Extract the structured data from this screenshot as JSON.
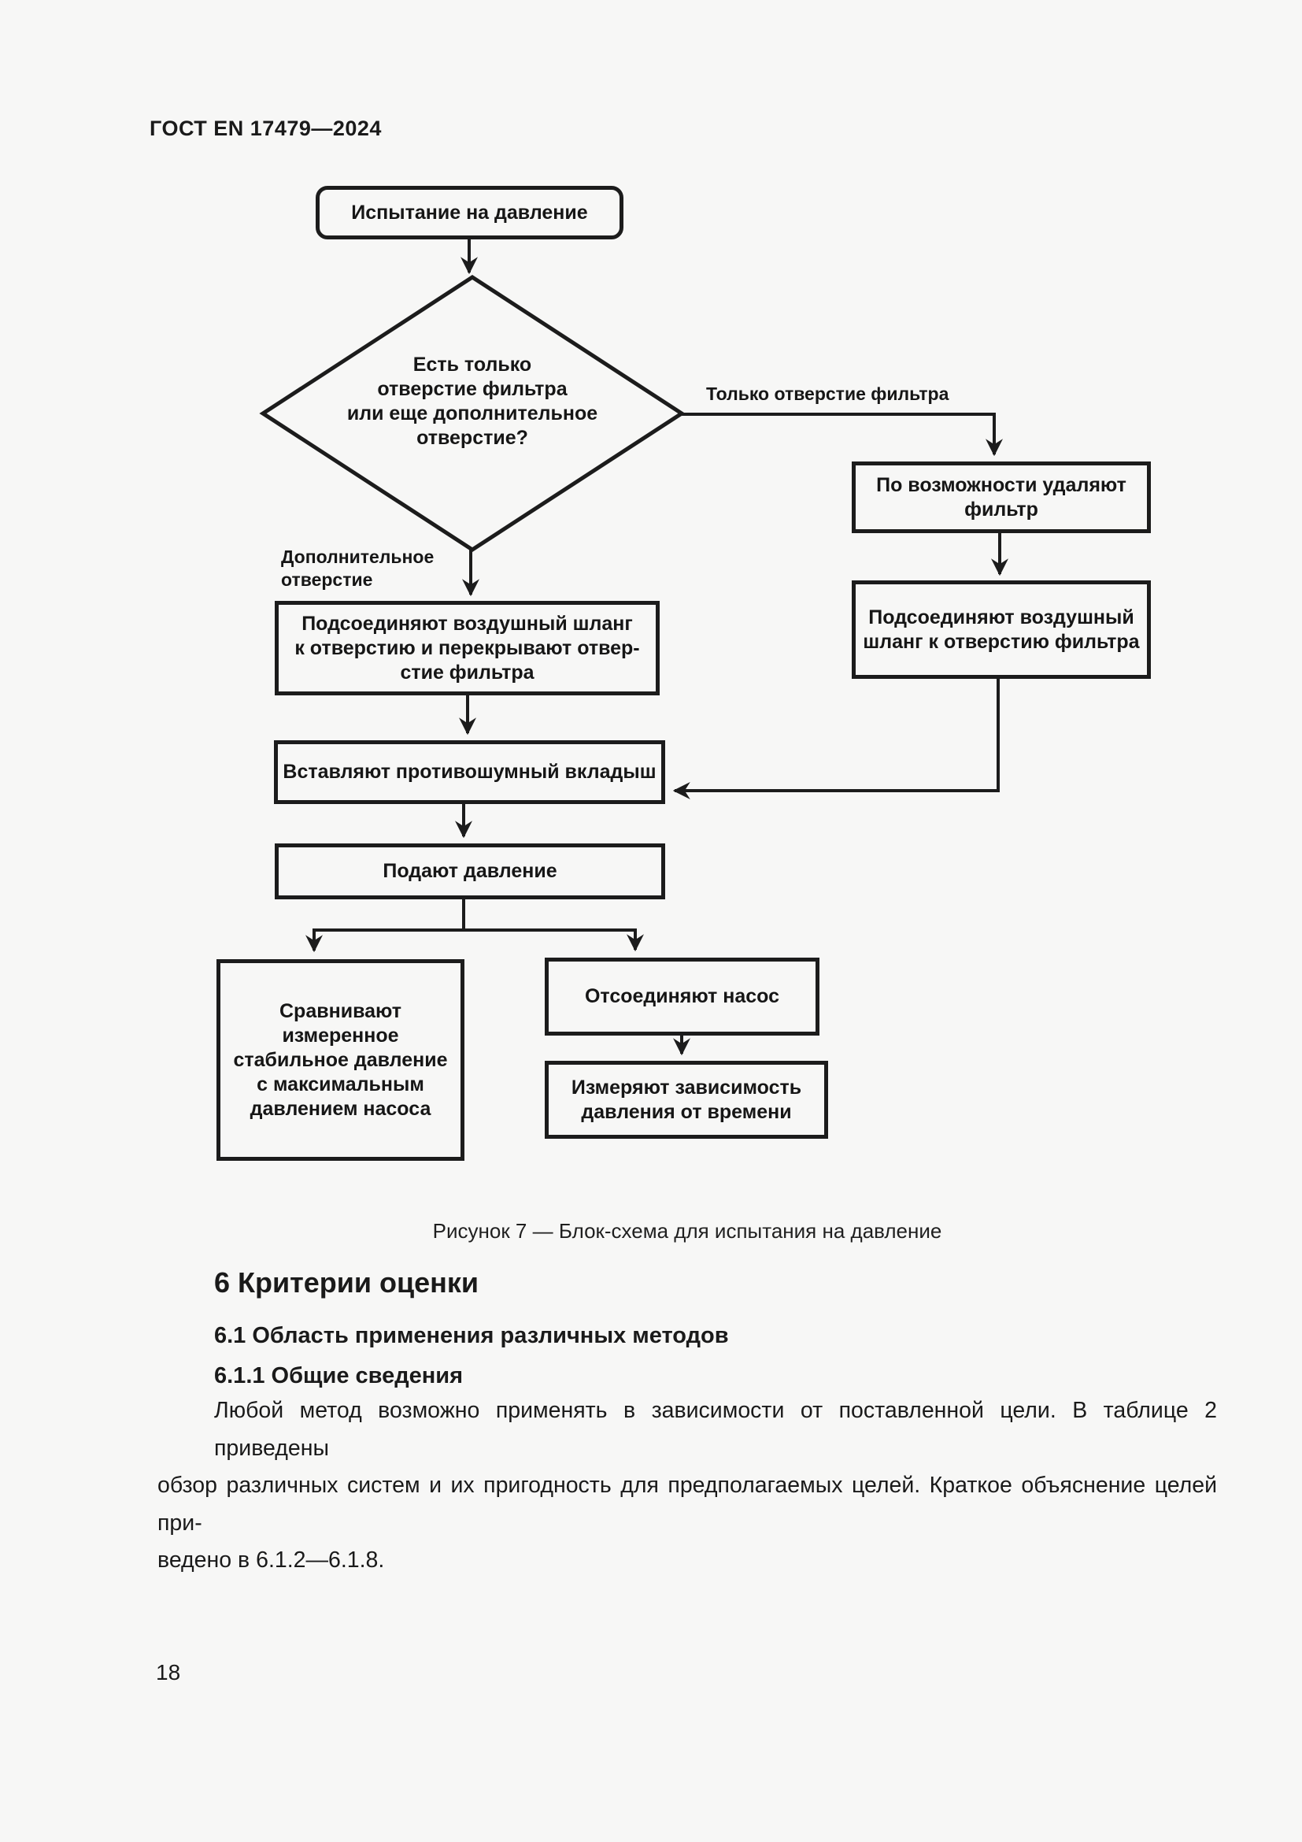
{
  "header": {
    "doc_code": "ГОСТ EN 17479—2024"
  },
  "flowchart": {
    "start": "Испытание на давление",
    "decision": "Есть только\nотверстие фильтра\nили еще дополнительное\nотверстие?",
    "edge_right": "Только отверстие фильтра",
    "edge_left": "Дополнительное\nотверстие",
    "remove_filter": "По возможности удаляют\nфильтр",
    "connect_hose_filter": "Подсоединяют воздушный\nшланг к отверстию фильтра",
    "connect_hose_opening": "Подсоединяют воздушный шланг\nк отверстию и перекрывают отвер-\nстие фильтра",
    "insert_plug": "Вставляют противошумный вкладыш",
    "apply_pressure": "Подают давление",
    "compare": "Сравнивают измеренное\nстабильное давление\nс максимальным\nдавлением насоса",
    "disconnect_pump": "Отсоединяют насос",
    "measure": "Измеряют зависимость\nдавления от времени"
  },
  "figure_caption": "Рисунок 7 — Блок-схема для испытания на давление",
  "sections": {
    "h1": "6 Критерии оценки",
    "h2": "6.1 Область применения различных методов",
    "h3": "6.1.1 Общие сведения",
    "paragraph": {
      "line1": "Любой метод возможно применять в зависимости от поставленной цели. В таблице 2 приведены",
      "line2": "обзор различных систем и их пригодность для предполагаемых целей. Краткое объяснение целей при-",
      "line3": "ведено в 6.1.2—6.1.8."
    }
  },
  "footer": {
    "page_number": "18"
  },
  "colors": {
    "ink": "#1a1a1a",
    "paper": "#f7f7f6"
  }
}
